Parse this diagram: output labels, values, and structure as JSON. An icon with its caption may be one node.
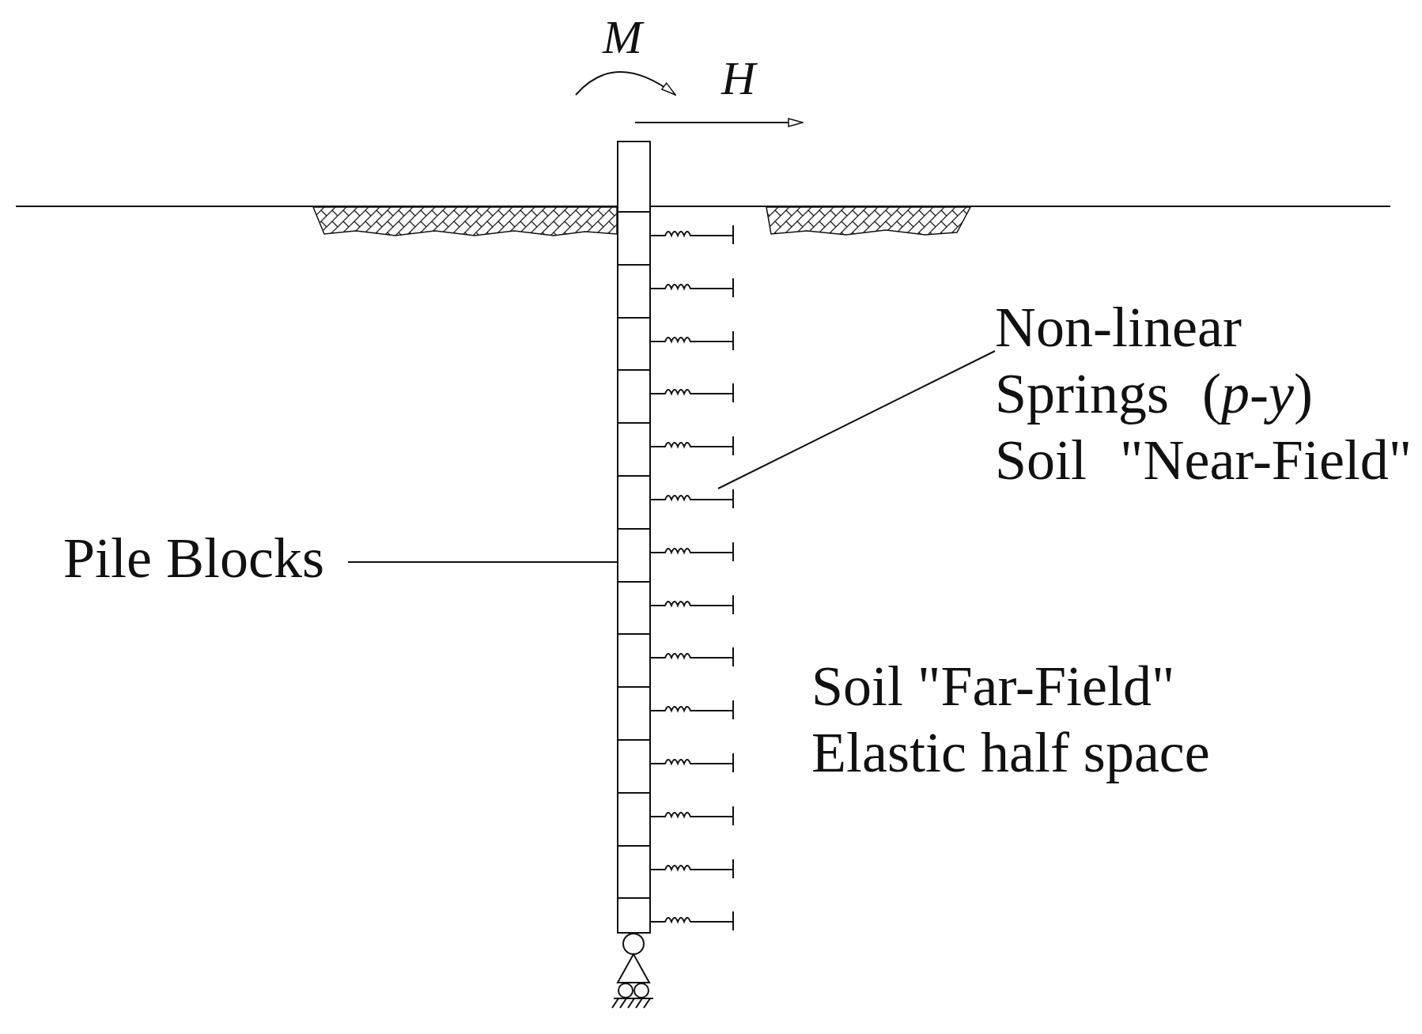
{
  "diagram": {
    "nodes": [
      {
        "text": [
          "Non-linear Springs (*p*-*y*) Soil \"Near-Field\""
        ]
      },
      {
        "text": [],
        "shape": "spring"
      },
      {
        "text": [
          "Pile Blocks"
        ]
      },
      {
        "text": [],
        "shape": "bar"
      }
    ],
    "edges": [
      {
        "from": 0,
        "to": 1,
        "arrow": "none"
      },
      {
        "from": 2,
        "to": 3,
        "arrow": "none"
      }
    ],
    "labels": [
      "M",
      "H",
      "Soil \"Far-Field\" Elastic half space"
    ]
  }
}
